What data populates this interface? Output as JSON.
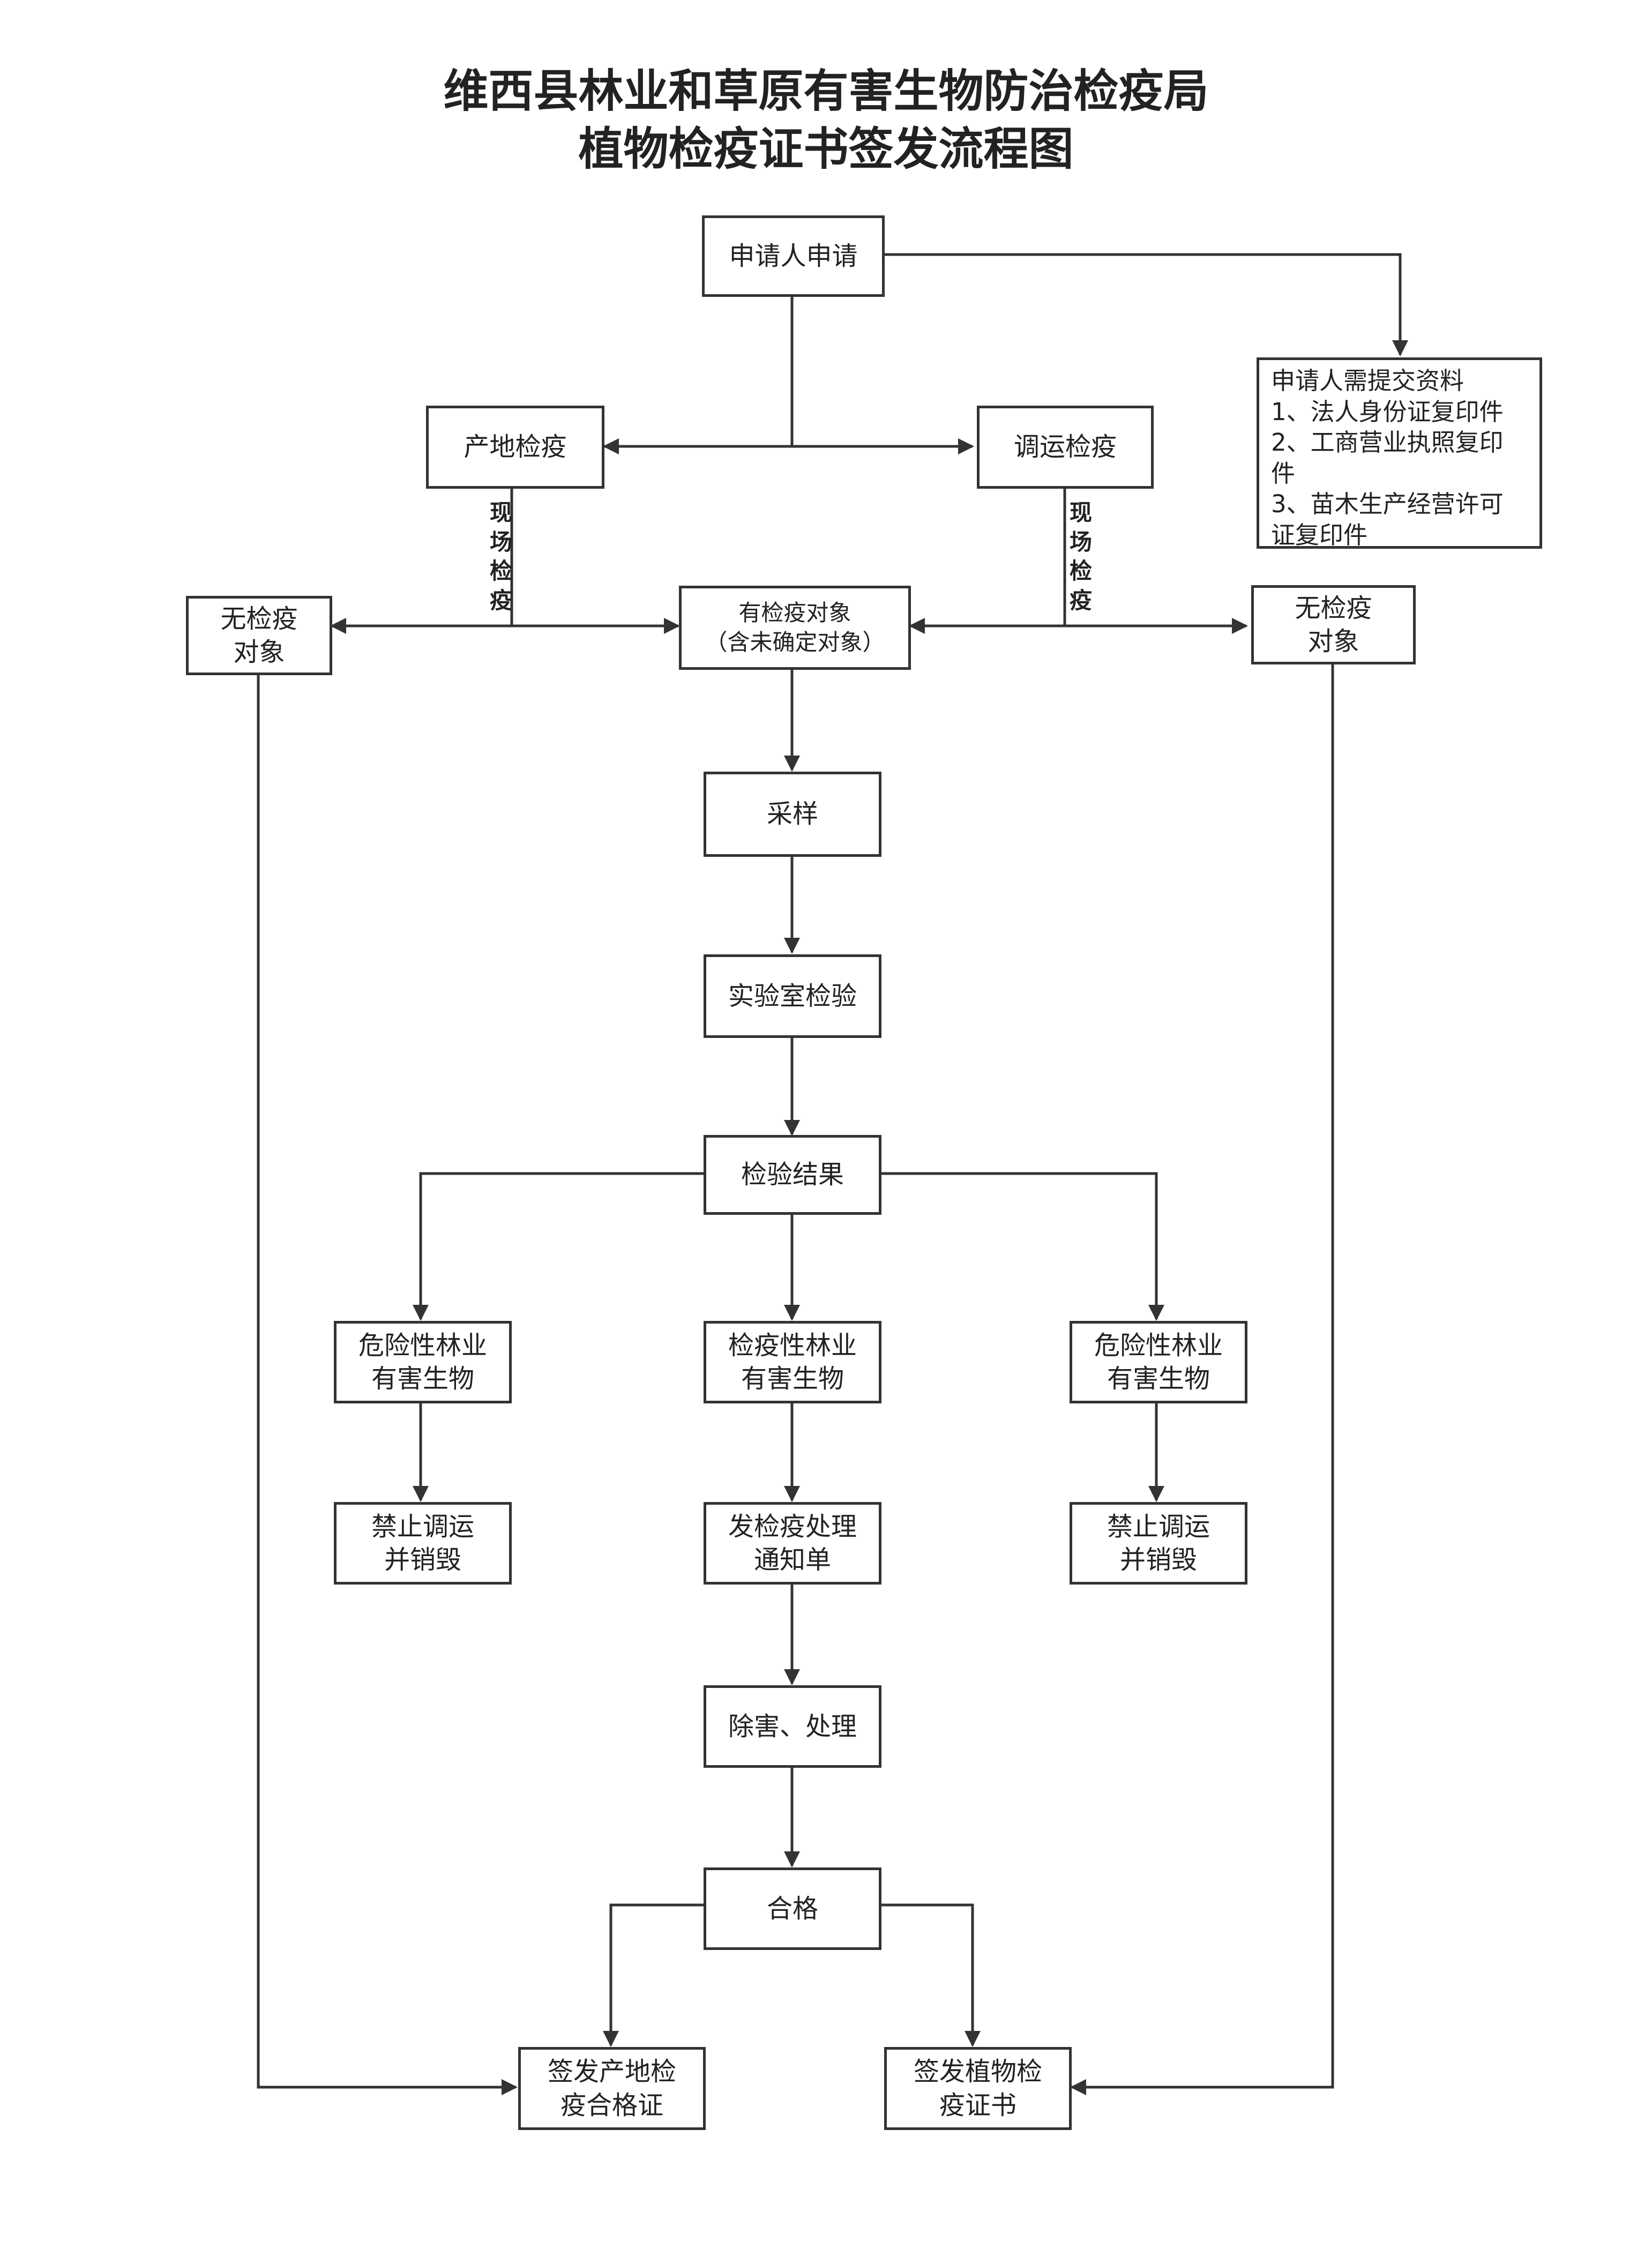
{
  "title": {
    "line1": "维西县林业和草原有害生物防治检疫局",
    "line2": "植物检疫证书签发流程图"
  },
  "nodes": {
    "apply": [
      "申请人申请"
    ],
    "origin": [
      "产地检疫"
    ],
    "transfer": [
      "调运检疫"
    ],
    "materials": [
      "申请人需提交资料",
      "1、法人身份证复印件",
      "2、工商营业执照复印",
      "件",
      "3、苗木生产经营许可",
      "证复印件"
    ],
    "none_left": [
      "无检疫",
      "对象"
    ],
    "has": [
      "有检疫对象",
      "（含未确定对象）"
    ],
    "none_right": [
      "无检疫",
      "对象"
    ],
    "sampling": [
      "采样"
    ],
    "lab": [
      "实验室检验"
    ],
    "result": [
      "检验结果"
    ],
    "danger_left": [
      "危险性林业",
      "有害生物"
    ],
    "quarantine_pest": [
      "检疫性林业",
      "有害生物"
    ],
    "danger_right": [
      "危险性林业",
      "有害生物"
    ],
    "ban_left": [
      "禁止调运",
      "并销毁"
    ],
    "notice": [
      "发检疫处理",
      "通知单"
    ],
    "ban_right": [
      "禁止调运",
      "并销毁"
    ],
    "treat": [
      "除害、处理"
    ],
    "pass": [
      "合格"
    ],
    "cert_origin": [
      "签发产地检",
      "疫合格证"
    ],
    "cert_plant": [
      "签发植物检",
      "疫证书"
    ]
  },
  "labels": {
    "site_left": "现场检疫",
    "site_right": "现场检疫"
  }
}
